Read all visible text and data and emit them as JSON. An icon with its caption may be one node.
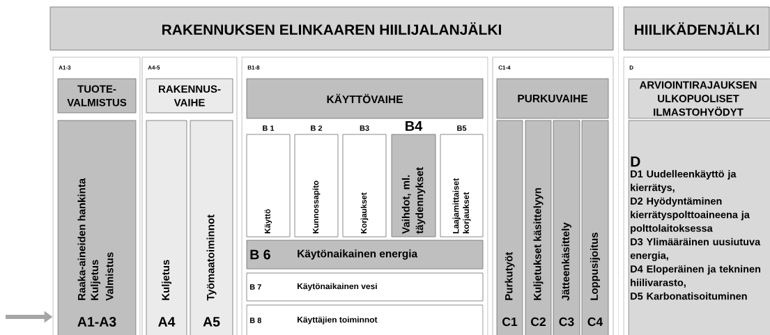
{
  "diagram": {
    "nodes": [
      {
        "text": [
          "RAKENNUKSEN ELINKAAREN HIILIJALANJÄLKI"
        ]
      },
      {
        "text": [
          "HIILIKÄDENJÄLKI"
        ]
      },
      {
        "text": [
          "A1-3"
        ]
      },
      {
        "text": [
          "TUOTE-VALMISTUS"
        ],
        "in": 2
      },
      {
        "text": [
          "Raaka-aineiden hankinta",
          "Kuljetus",
          "Valmistus",
          "A1-A3"
        ],
        "in": 2
      },
      {
        "text": [
          "A4-5"
        ]
      },
      {
        "text": [
          "RAKENNUS-VAIHE"
        ],
        "in": 5
      },
      {
        "text": [
          "Kuljetus",
          "A4"
        ],
        "in": 5
      },
      {
        "text": [
          "Työmaatoiminnot",
          "A5"
        ],
        "in": 5
      },
      {
        "text": [
          "B1-8"
        ]
      },
      {
        "text": [
          "KÄYTTÖVAIHE"
        ],
        "in": 9
      },
      {
        "text": [
          "B 1",
          "Käyttö"
        ],
        "in": 9
      },
      {
        "text": [
          "B 2",
          "Kunnossapito"
        ],
        "in": 9
      },
      {
        "text": [
          "B3",
          "Korjaukset"
        ],
        "in": 9
      },
      {
        "text": [
          "B4",
          "Vaihdot, ml. täydennykset"
        ],
        "in": 9
      },
      {
        "text": [
          "B5",
          "Laajamittaiset korjaukset"
        ],
        "in": 9
      },
      {
        "text": [
          "B 6",
          "Käytönaikainen energia"
        ],
        "in": 9
      },
      {
        "text": [
          "B 7",
          "Käytönaikainen vesi"
        ],
        "in": 9
      },
      {
        "text": [
          "B 8",
          "Käyttäjien toiminnot"
        ],
        "in": 9
      },
      {
        "text": [
          "C1-4"
        ]
      },
      {
        "text": [
          "PURKUVAIHE"
        ],
        "in": 19
      },
      {
        "text": [
          "Purkutyöt",
          "C1"
        ],
        "in": 19
      },
      {
        "text": [
          "Kuljetukset käsittelyyn",
          "C2"
        ],
        "in": 19
      },
      {
        "text": [
          "Jätteenkäsittely",
          "C3"
        ],
        "in": 19
      },
      {
        "text": [
          "Loppusijoitus",
          "C4"
        ],
        "in": 19
      },
      {
        "text": [
          "D"
        ]
      },
      {
        "text": [
          "ARVIOINTIRAJAUKSEN ULKOPUOLISET ILMASTOHYÖDYT"
        ],
        "in": 25
      },
      {
        "text": [
          "D",
          "D1 Uudelleenkäyttö ja kierrätys,",
          "D2 Hyödyntäminen kierrätyspolttoaineena ja polttolaitoksessa",
          "D3 Ylimääräinen uusiutuva energia,",
          "D4 Eloperäinen ja tekninen hiilivarasto,",
          "D5 Karbonatisoituminen"
        ],
        "in": 25
      }
    ],
    "edges": [
      {
        "from": null,
        "to": 2,
        "arrow": "to"
      }
    ]
  }
}
